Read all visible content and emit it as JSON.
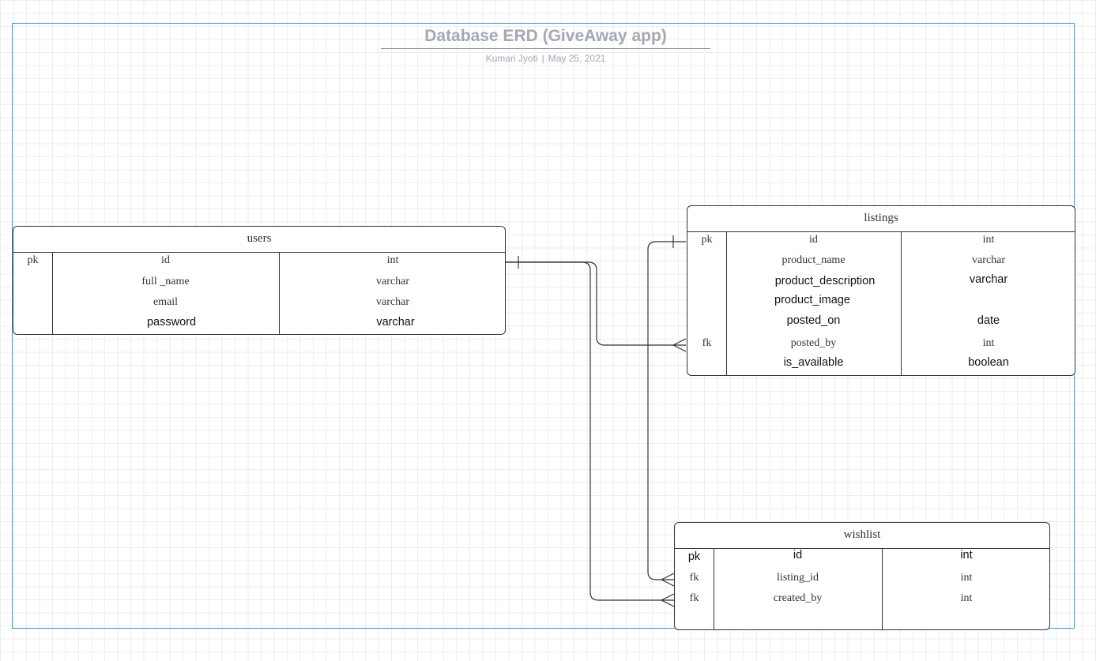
{
  "header": {
    "title": "Database ERD (GiveAway app)",
    "author": "Kumari Jyoti",
    "separator": "|",
    "date": "May 25, 2021"
  },
  "entities": {
    "users": {
      "name": "users",
      "rows": [
        {
          "key": "pk",
          "field": "id",
          "type": "int"
        },
        {
          "key": "",
          "field": "full _name",
          "type": "varchar"
        },
        {
          "key": "",
          "field": "email",
          "type": "varchar"
        },
        {
          "key": "",
          "field": "password",
          "type": "varchar"
        }
      ]
    },
    "listings": {
      "name": "listings",
      "rows": [
        {
          "key": "pk",
          "field": "id",
          "type": "int"
        },
        {
          "key": "",
          "field": "product_name",
          "type": "varchar"
        },
        {
          "key": "",
          "field": "product_description",
          "type": "varchar"
        },
        {
          "key": "",
          "field": "product_image",
          "type": ""
        },
        {
          "key": "",
          "field": "posted_on",
          "type": "date"
        },
        {
          "key": "fk",
          "field": "posted_by",
          "type": "int"
        },
        {
          "key": "",
          "field": "is_available",
          "type": "boolean"
        }
      ]
    },
    "wishlist": {
      "name": "wishlist",
      "rows": [
        {
          "key": "pk",
          "field": "id",
          "type": "int"
        },
        {
          "key": "fk",
          "field": "listing_id",
          "type": "int"
        },
        {
          "key": "fk",
          "field": "created_by",
          "type": "int"
        }
      ]
    }
  },
  "relationships": [
    {
      "from": "users.id",
      "to": "listings.posted_by",
      "from_end": "one",
      "to_end": "many"
    },
    {
      "from": "users.id",
      "to": "wishlist.created_by",
      "from_end": "one",
      "to_end": "many"
    },
    {
      "from": "listings.id",
      "to": "wishlist.listing_id",
      "from_end": "one",
      "to_end": "many"
    }
  ]
}
